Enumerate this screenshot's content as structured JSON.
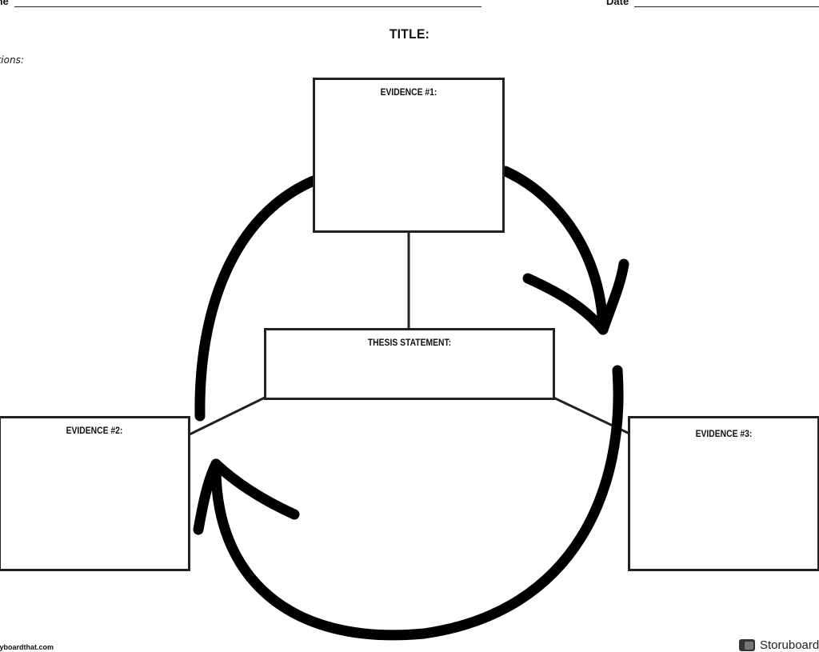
{
  "header": {
    "name_label": "me",
    "date_label": "Date",
    "title_label": "TITLE:",
    "directions_label": "ctions:"
  },
  "boxes": {
    "evidence1": "EVIDENCE #1:",
    "thesis": "THESIS STATEMENT:",
    "evidence2": "EVIDENCE #2:",
    "evidence3": "EVIDENCE #3:"
  },
  "footer": {
    "site": "ryboardthat.com",
    "brand": "Storuboard"
  },
  "colors": {
    "ink": "#111111",
    "border": "#222222",
    "background": "#ffffff"
  }
}
